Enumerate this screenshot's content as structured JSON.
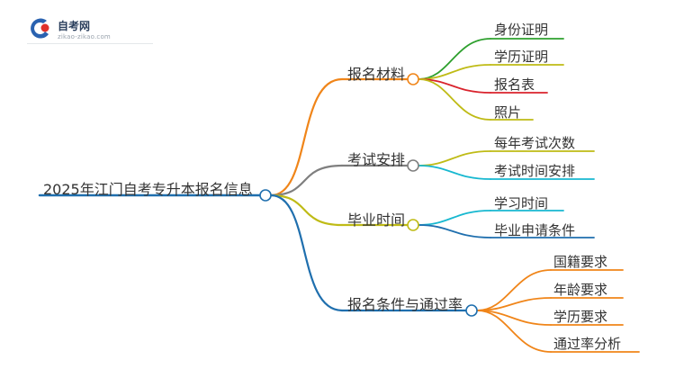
{
  "logo": {
    "name": "自考网",
    "domain": "zikao-zikao.com",
    "colors": {
      "blue": "#2a62b0",
      "red": "#e0312b"
    }
  },
  "mindmap": {
    "root": "2025年江门自考专升本报名信息",
    "branches": [
      {
        "label": "报名材料",
        "color": "#f08519",
        "children": [
          {
            "label": "身份证明",
            "color": "#2ea02e"
          },
          {
            "label": "学历证明",
            "color": "#bfbb16"
          },
          {
            "label": "报名表",
            "color": "#d9232d"
          },
          {
            "label": "照片",
            "color": "#bfbb16"
          }
        ]
      },
      {
        "label": "考试安排",
        "color": "#7f7f7f",
        "children": [
          {
            "label": "每年考试次数",
            "color": "#bfbb16"
          },
          {
            "label": "考试时间安排",
            "color": "#17b8d0"
          }
        ]
      },
      {
        "label": "毕业时间",
        "color": "#bfbb16",
        "children": [
          {
            "label": "学习时间",
            "color": "#17b8d0"
          },
          {
            "label": "毕业申请条件",
            "color": "#1f6fae"
          }
        ]
      },
      {
        "label": "报名条件与通过率",
        "color": "#1f6fae",
        "children": [
          {
            "label": "国籍要求",
            "color": "#f08519"
          },
          {
            "label": "年龄要求",
            "color": "#f08519"
          },
          {
            "label": "学历要求",
            "color": "#f08519"
          },
          {
            "label": "通过率分析",
            "color": "#f08519"
          }
        ]
      }
    ],
    "root_color": "#1f6fae"
  }
}
